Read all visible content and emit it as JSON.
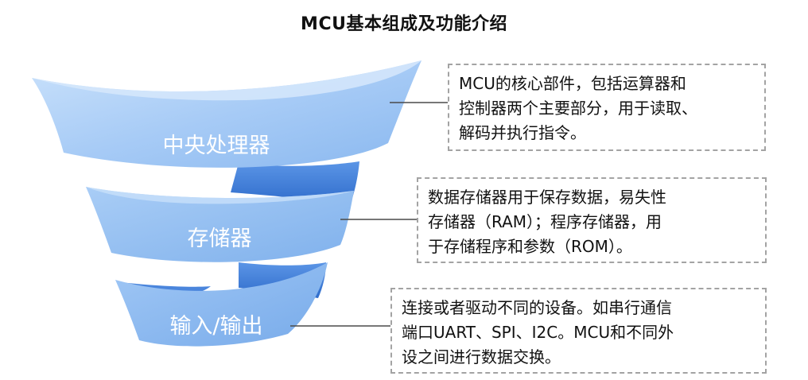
{
  "title": "MCU基本组成及功能介绍",
  "colors": {
    "band_front_light": "#b7d6f8",
    "band_front_mid": "#8ab8ef",
    "band_back": "#3d7ad6",
    "connector": "#4a4a4a",
    "box_border": "#a3a3a3"
  },
  "levels": [
    {
      "label": "中央处理器",
      "description": "MCU的核心部件，包括运算器和\n控制器两个主要部分，用于读取、\n解码并执行指令。"
    },
    {
      "label": "存储器",
      "description": "数据存储器用于保存数据，易失性\n存储器（RAM）；程序存储器，用\n于存储程序和参数（ROM）。"
    },
    {
      "label": "输入/输出",
      "description": "连接或者驱动不同的设备。如串行通信\n端口UART、SPI、I2C。MCU和不同外\n设之间进行数据交换。"
    }
  ]
}
